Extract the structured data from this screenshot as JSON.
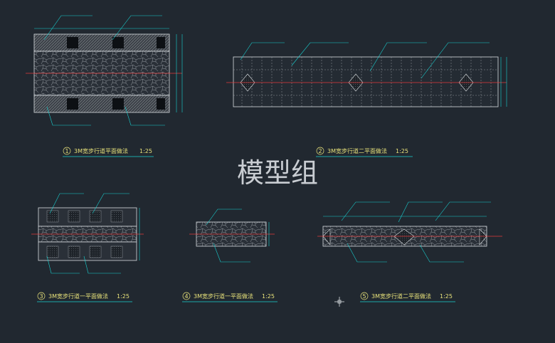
{
  "watermark": "模型组",
  "colors": {
    "background": "#212830",
    "cad_lines": "#d8dde0",
    "leader_lines": "#19d2d2",
    "center_line": "#e23b3b",
    "caption_text": "#e8e27a",
    "caption_underline": "#19d2d2"
  },
  "drawings": [
    {
      "id": "d1",
      "number": "1",
      "caption": "3M宽步行道平面做法",
      "scale": "1:25"
    },
    {
      "id": "d2",
      "number": "2",
      "caption": "3M宽步行道二平面做法",
      "scale": "1:25"
    },
    {
      "id": "d3",
      "number": "3",
      "caption": "3M宽步行道一平面做法",
      "scale": "1:25"
    },
    {
      "id": "d4",
      "number": "4",
      "caption": "3M宽步行道一平面做法",
      "scale": "1:25"
    },
    {
      "id": "d5",
      "number": "5",
      "caption": "3M宽步行道二平面做法",
      "scale": "1:25"
    }
  ],
  "crosshair_icon": "crosshair-icon"
}
